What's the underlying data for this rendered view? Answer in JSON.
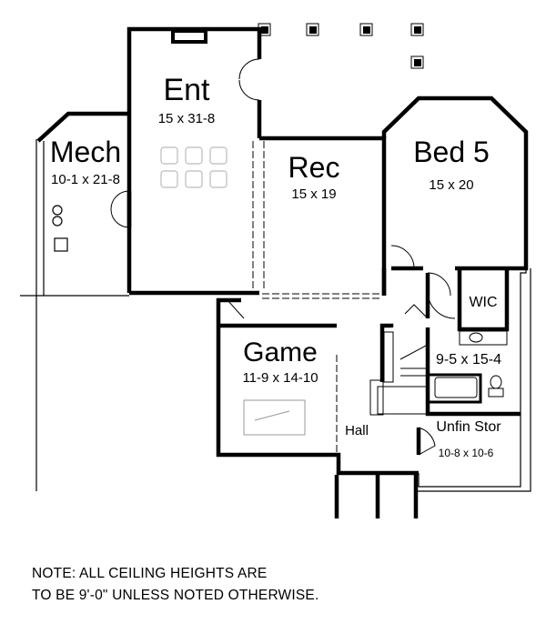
{
  "rooms": {
    "ent": {
      "name": "Ent",
      "size": "15 x 31-8"
    },
    "mech": {
      "name": "Mech",
      "size": "10-1 x 21-8"
    },
    "rec": {
      "name": "Rec",
      "size": "15 x 19"
    },
    "bed5": {
      "name": "Bed 5",
      "size": "15 x 20"
    },
    "wic": {
      "name": "WIC"
    },
    "bath": {
      "size": "9-5 x 15-4"
    },
    "game": {
      "name": "Game",
      "size": "11-9 x 14-10"
    },
    "hall": {
      "name": "Hall"
    },
    "unfin": {
      "name": "Unfin Stor",
      "size": "10-8 x 10-6"
    }
  },
  "note": {
    "line1": "NOTE:  ALL CEILING HEIGHTS ARE",
    "line2": "TO BE 9'-0\" UNLESS NOTED OTHERWISE."
  }
}
